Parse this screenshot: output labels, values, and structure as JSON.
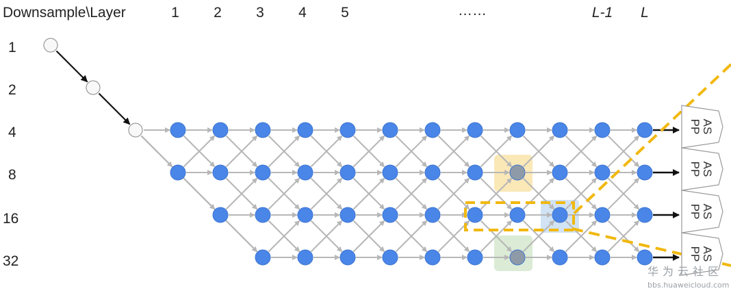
{
  "header": {
    "corner_label": "Downsample\\Layer",
    "layer_labels": [
      "1",
      "2",
      "3",
      "4",
      "5",
      "……",
      "L-1",
      "L"
    ]
  },
  "rows": {
    "downsample_labels": [
      "1",
      "2",
      "4",
      "8",
      "16",
      "32"
    ]
  },
  "aspp": {
    "label": "AS PP",
    "count": 4
  },
  "watermark": {
    "line1": "华为云社区",
    "line2": "bbs.huaweicloud.com"
  },
  "colors": {
    "node_blue": "#4a86e8",
    "node_stroke": "#3d74cf",
    "node_white": "#f8f8f8",
    "edge_gray": "#b7b7b7",
    "edge_black": "#111111",
    "dash_orange": "#f1b80f",
    "highlight_yellow": "#fbe7b3",
    "highlight_blue": "#cfe2f3",
    "highlight_green": "#d9ead3",
    "node_gray": "#8e9aa8"
  }
}
